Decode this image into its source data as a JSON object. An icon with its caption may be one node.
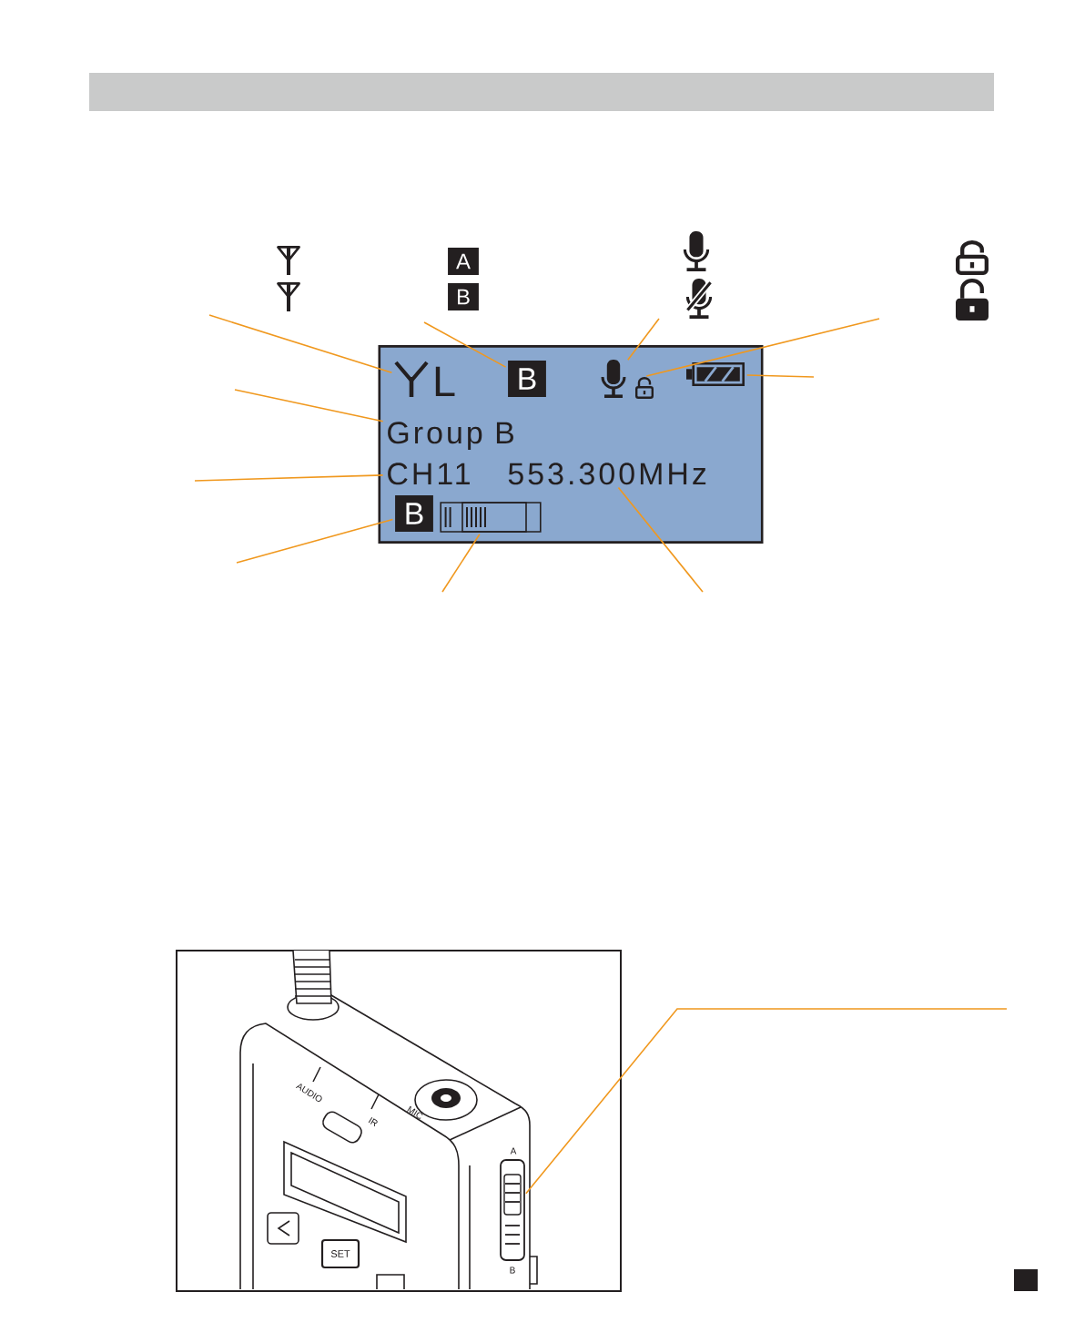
{
  "diagram": {
    "nodes": [
      {
        "text": [
          "A"
        ]
      },
      {
        "text": [
          "B"
        ]
      },
      {
        "text": [],
        "shape": "box"
      },
      {
        "text": [],
        "shape": "picture",
        "in": 2
      },
      {
        "text": [
          "B"
        ],
        "in": 2
      },
      {
        "text": [],
        "shape": "picture",
        "in": 2
      },
      {
        "text": [],
        "shape": "picture",
        "in": 2
      },
      {
        "text": [],
        "shape": "picture",
        "in": 2
      },
      {
        "text": [
          "Group B"
        ],
        "in": 2
      },
      {
        "text": [
          "CH11"
        ],
        "in": 2
      },
      {
        "text": [
          "553.300MHz"
        ],
        "in": 2
      },
      {
        "text": [
          "B"
        ],
        "in": 2
      },
      {
        "text": [],
        "shape": "bar",
        "in": 2
      },
      {
        "text": [],
        "shape": "picture"
      },
      {
        "text": [],
        "shape": "picture",
        "in": 13,
        "beside": [
          "A",
          "B"
        ]
      }
    ],
    "edges": [
      {
        "from": null,
        "to": 3,
        "arrow": "none"
      },
      {
        "from": null,
        "to": 4,
        "arrow": "none"
      },
      {
        "from": null,
        "to": 5,
        "arrow": "none"
      },
      {
        "from": null,
        "to": 6,
        "arrow": "none"
      },
      {
        "from": null,
        "to": 7,
        "arrow": "none"
      },
      {
        "from": null,
        "to": 8,
        "arrow": "none"
      },
      {
        "from": null,
        "to": 9,
        "arrow": "none"
      },
      {
        "from": null,
        "to": 11,
        "arrow": "none"
      },
      {
        "from": null,
        "to": 12,
        "arrow": "none"
      },
      {
        "from": null,
        "to": 10,
        "arrow": "none"
      },
      {
        "from": null,
        "to": 14,
        "arrow": "none"
      }
    ],
    "labels": [
      "L",
      "AUDIO",
      "IR",
      "MIC",
      "SET"
    ]
  }
}
